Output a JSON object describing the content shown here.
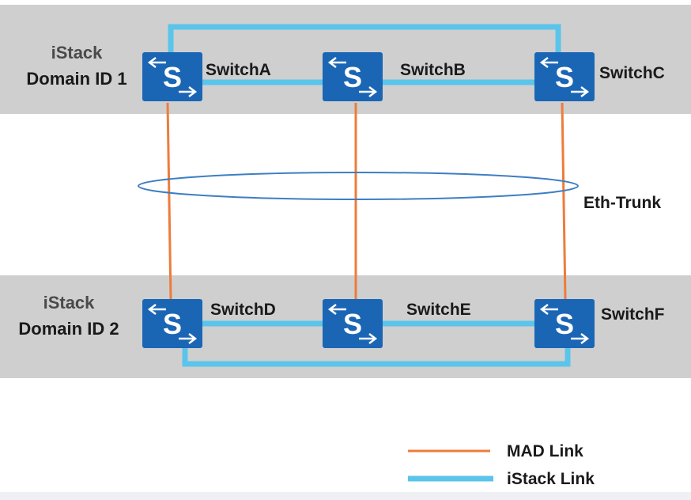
{
  "domains": [
    {
      "product": "iStack",
      "name": "Domain ID 1"
    },
    {
      "product": "iStack",
      "name": "Domain ID 2"
    }
  ],
  "switches": [
    "SwitchA",
    "SwitchB",
    "SwitchC",
    "SwitchD",
    "SwitchE",
    "SwitchF"
  ],
  "switch_icon_letter": "S",
  "eth_trunk_label": "Eth-Trunk",
  "legend": {
    "mad": "MAD Link",
    "istack": "iStack Link"
  },
  "colors": {
    "band": "#cfcfcf",
    "switch_fill": "#1a66b5",
    "mad_link": "#ee7c3b",
    "istack_link": "#5bc4ea",
    "eth_trunk": "#3d7ec2"
  }
}
